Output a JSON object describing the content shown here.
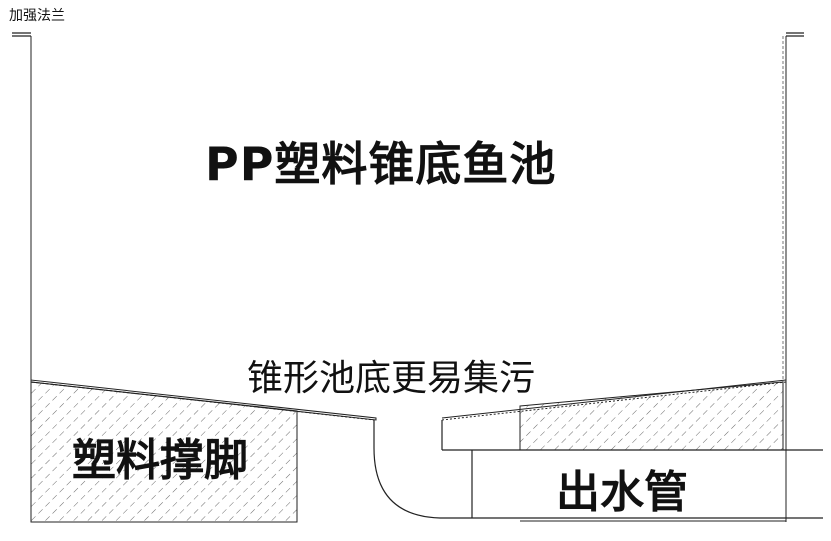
{
  "labels": {
    "flange": "加强法兰",
    "title": "PP塑料锥底鱼池",
    "cone_bottom": "锥形池底更易集污",
    "support_feet": "塑料撑脚",
    "outlet_pipe": "出水管"
  },
  "colors": {
    "line": "#222222",
    "hatch": "#444444",
    "text": "#111111"
  }
}
